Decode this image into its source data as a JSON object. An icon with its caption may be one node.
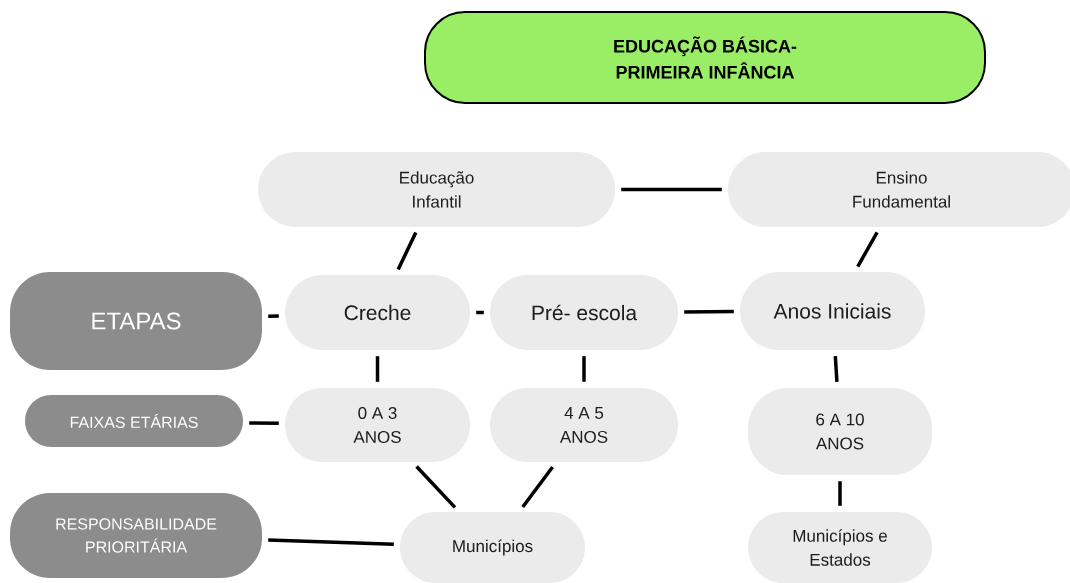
{
  "diagram": {
    "nodes": [
      {
        "text": [
          "EDUCAÇÃO BÁSICA- PRIMEIRA INFÂNCIA"
        ]
      },
      {
        "text": [
          "Educação Infantil"
        ]
      },
      {
        "text": [
          "Ensino Fundamental"
        ]
      },
      {
        "text": [
          "ETAPAS"
        ]
      },
      {
        "text": [
          "Creche"
        ]
      },
      {
        "text": [
          "Pré- escola"
        ]
      },
      {
        "text": [
          "Anos Iniciais"
        ]
      },
      {
        "text": [
          "FAIXAS ETÁRIAS"
        ]
      },
      {
        "text": [
          "0 A 3 ANOS"
        ]
      },
      {
        "text": [
          "4 A 5 ANOS"
        ]
      },
      {
        "text": [
          "6 A 10 ANOS"
        ]
      },
      {
        "text": [
          "RESPONSABILIDADE PRIORITÁRIA"
        ]
      },
      {
        "text": [
          "Municípios"
        ]
      },
      {
        "text": [
          "Municípios e Estados"
        ]
      }
    ],
    "edges": [
      {
        "from": 1,
        "to": 2,
        "arrow": "none"
      },
      {
        "from": 1,
        "to": 4,
        "arrow": "none"
      },
      {
        "from": 2,
        "to": 6,
        "arrow": "none"
      },
      {
        "from": 3,
        "to": 4,
        "arrow": "none"
      },
      {
        "from": 4,
        "to": 5,
        "arrow": "none"
      },
      {
        "from": 5,
        "to": 6,
        "arrow": "none"
      },
      {
        "from": 4,
        "to": 8,
        "arrow": "none"
      },
      {
        "from": 5,
        "to": 9,
        "arrow": "none"
      },
      {
        "from": 6,
        "to": 10,
        "arrow": "none"
      },
      {
        "from": 7,
        "to": 8,
        "arrow": "none"
      },
      {
        "from": 8,
        "to": 12,
        "arrow": "none"
      },
      {
        "from": 9,
        "to": 12,
        "arrow": "none"
      },
      {
        "from": 10,
        "to": 13,
        "arrow": "none"
      },
      {
        "from": 11,
        "to": 12,
        "arrow": "none"
      }
    ]
  }
}
